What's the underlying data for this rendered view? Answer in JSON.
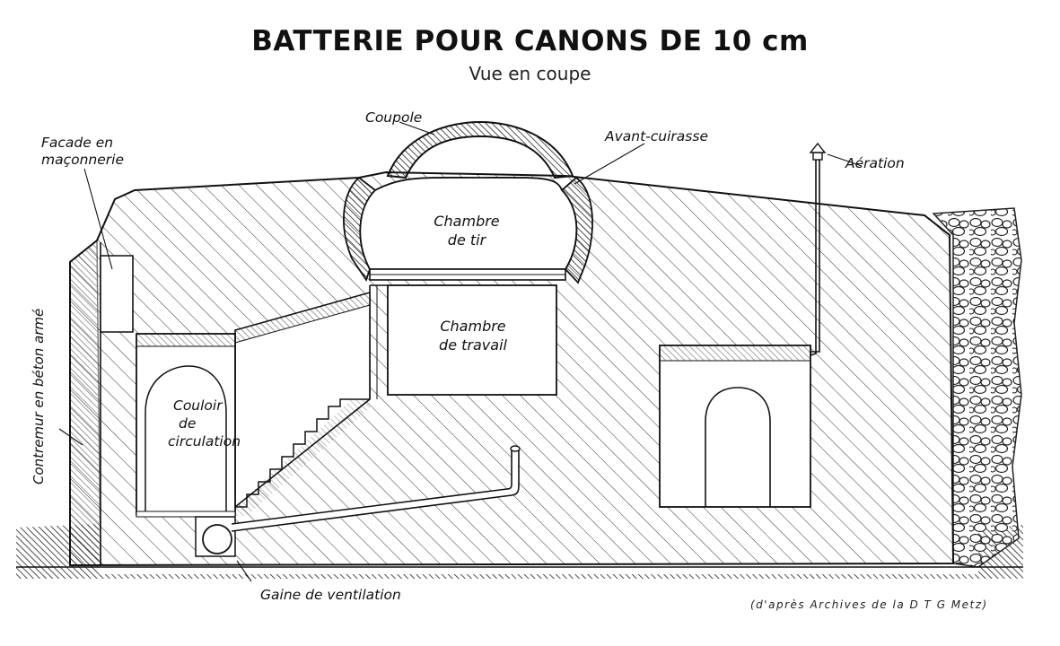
{
  "title": "BATTERIE POUR CANONS DE 10 cm",
  "subtitle": "Vue en coupe",
  "labels": {
    "coupole": "Coupole",
    "avant_cuirasse": "Avant-cuirasse",
    "aeration": "Aération",
    "facade_line1": "Facade en",
    "facade_line2": "maçonnerie",
    "chambre_tir_line1": "Chambre",
    "chambre_tir_line2": "de tir",
    "chambre_travail_line1": "Chambre",
    "chambre_travail_line2": "de travail",
    "couloir_line1": "Couloir",
    "couloir_line2": "de",
    "couloir_line3": "circulation",
    "contremur": "Contremur en béton armé",
    "gaine": "Gaine de ventilation"
  },
  "source": "(d'après Archives de la D T G Metz)"
}
